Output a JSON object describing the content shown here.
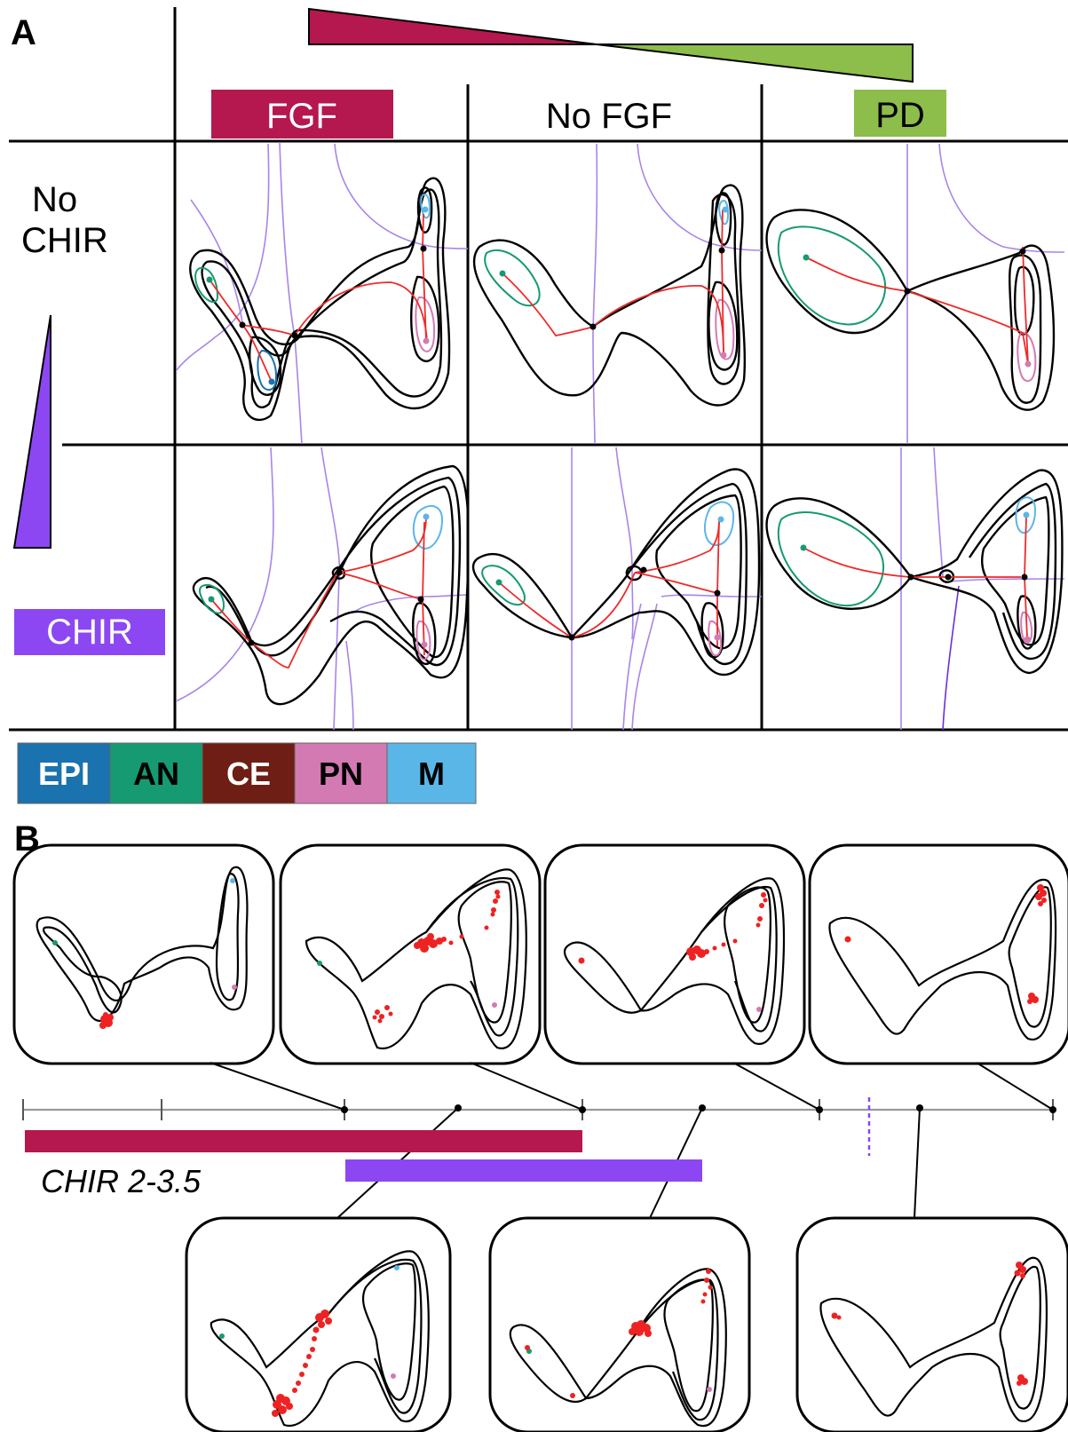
{
  "panel_a": {
    "letter": "A",
    "columns": [
      {
        "label": "FGF",
        "color": "#b5174f"
      },
      {
        "label": "No FGF"
      },
      {
        "label": "PD",
        "color": "#8dbd4a"
      }
    ],
    "rows": [
      {
        "label_line1": "No",
        "label_line2": "CHIR"
      },
      {
        "label": "CHIR",
        "color": "#8c47f2"
      }
    ]
  },
  "legend": [
    {
      "label": "EPI",
      "color": "#1a72ae",
      "text_color": "#ffffff"
    },
    {
      "label": "AN",
      "color": "#159a72",
      "text_color": "#000000"
    },
    {
      "label": "CE",
      "color": "#6e1e14",
      "text_color": "#ffffff"
    },
    {
      "label": "PN",
      "color": "#d37ab3",
      "text_color": "#000000"
    },
    {
      "label": "M",
      "color": "#5bb6e8",
      "text_color": "#000000"
    }
  ],
  "panel_b": {
    "letter": "B",
    "timeline_label": "CHIR 2-3.5",
    "bar_colors": {
      "fgf": "#b5174f",
      "chir": "#8c47f2"
    }
  },
  "colors": {
    "flow": "#a885e8",
    "trajectory": "#ee2a2a",
    "point": "#ee2222"
  }
}
